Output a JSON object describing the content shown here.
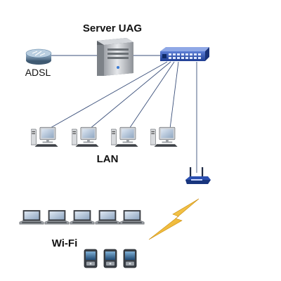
{
  "diagram": {
    "server_label": "Server UAG",
    "adsl_label": "ADSL",
    "lan_label": "LAN",
    "wifi_label": "Wi-Fi"
  },
  "nodes": {
    "router": {
      "icon": "router-icon"
    },
    "server": {
      "icon": "server-tower-icon"
    },
    "switch": {
      "icon": "network-switch-icon"
    },
    "wireless_ap": {
      "icon": "wireless-access-point-icon"
    },
    "lan_pcs": [
      {
        "icon": "desktop-computer-icon"
      },
      {
        "icon": "desktop-computer-icon"
      },
      {
        "icon": "desktop-computer-icon"
      },
      {
        "icon": "desktop-computer-icon"
      }
    ],
    "laptops": [
      {
        "icon": "laptop-icon"
      },
      {
        "icon": "laptop-icon"
      },
      {
        "icon": "laptop-icon"
      },
      {
        "icon": "laptop-icon"
      },
      {
        "icon": "laptop-icon"
      }
    ],
    "phones": [
      {
        "icon": "smartphone-icon"
      },
      {
        "icon": "smartphone-icon"
      },
      {
        "icon": "smartphone-icon"
      }
    ],
    "wireless_signal": {
      "icon": "lightning-bolt-icon"
    }
  },
  "colors": {
    "link": "#3a4f7a",
    "switch_blue": "#2b4fb0",
    "router_blue": "#5a7fa0",
    "server_gray": "#c8cbd0",
    "bolt_yellow": "#f3b820",
    "laptop_gray": "#8a8d92",
    "phone_blue": "#2f5a86"
  }
}
